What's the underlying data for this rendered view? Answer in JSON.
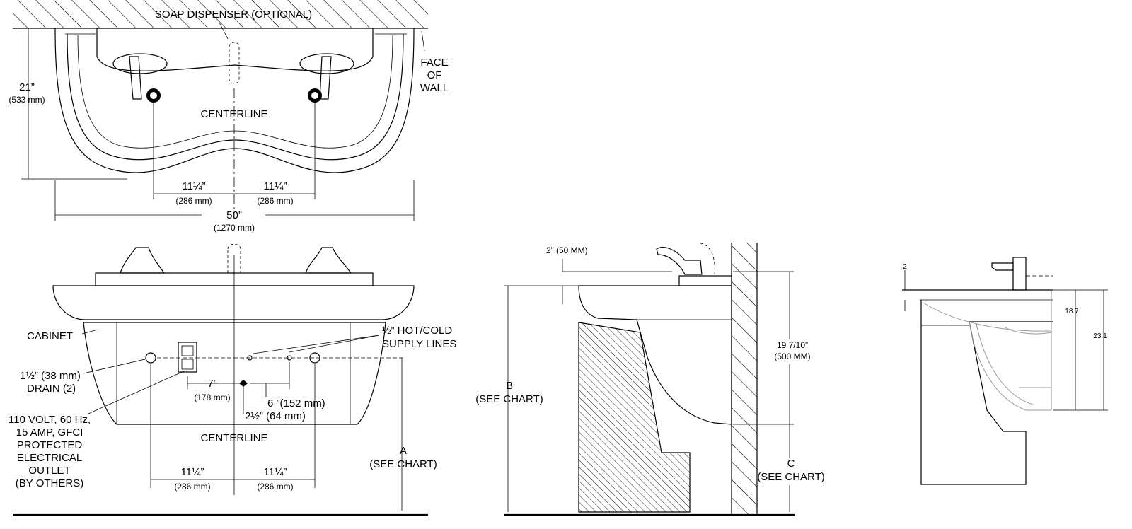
{
  "top_view": {
    "soap_dispenser": "SOAP DISPENSER (OPTIONAL)",
    "face_of_wall": [
      "FACE",
      "OF",
      "WALL"
    ],
    "centerline": "CENTERLINE",
    "depth_in": "21”",
    "depth_mm": "(533 mm)",
    "left_offset_in": "11¼”",
    "left_offset_mm": "(286 mm)",
    "right_offset_in": "11¼”",
    "right_offset_mm": "(286 mm)",
    "width_in": "50”",
    "width_mm": "(1270 mm)"
  },
  "front_view": {
    "cabinet": "CABINET",
    "supply_lines": [
      "½” HOT/COLD",
      "SUPPLY LINES"
    ],
    "drain": [
      "1½” (38 mm)",
      "DRAIN (2)"
    ],
    "outlet": [
      "110 VOLT, 60 Hz,",
      "15 AMP, GFCI",
      "PROTECTED",
      "ELECTRICAL",
      "OUTLET",
      "(BY OTHERS)"
    ],
    "dim_7_in": "7”",
    "dim_7_mm": "(178 mm)",
    "dim_6": "6 ”(152 mm)",
    "dim_2half": "2½” (64 mm)",
    "centerline": "CENTERLINE",
    "left_offset_in": "11¼”",
    "left_offset_mm": "(286 mm)",
    "right_offset_in": "11¼”",
    "right_offset_mm": "(286 mm)",
    "a_label": "A",
    "a_chart": "(SEE CHART)"
  },
  "side_view": {
    "dim_2": "2”  (50 MM)",
    "b_label": "B",
    "b_chart": "(SEE CHART)",
    "dim_197": "19 7/10”",
    "dim_500": "(500 MM)",
    "c_label": "C",
    "c_chart": "(SEE CHART)"
  },
  "right_view": {
    "dim_2": "2",
    "dim_187": "18.7",
    "dim_231": "23.1"
  }
}
